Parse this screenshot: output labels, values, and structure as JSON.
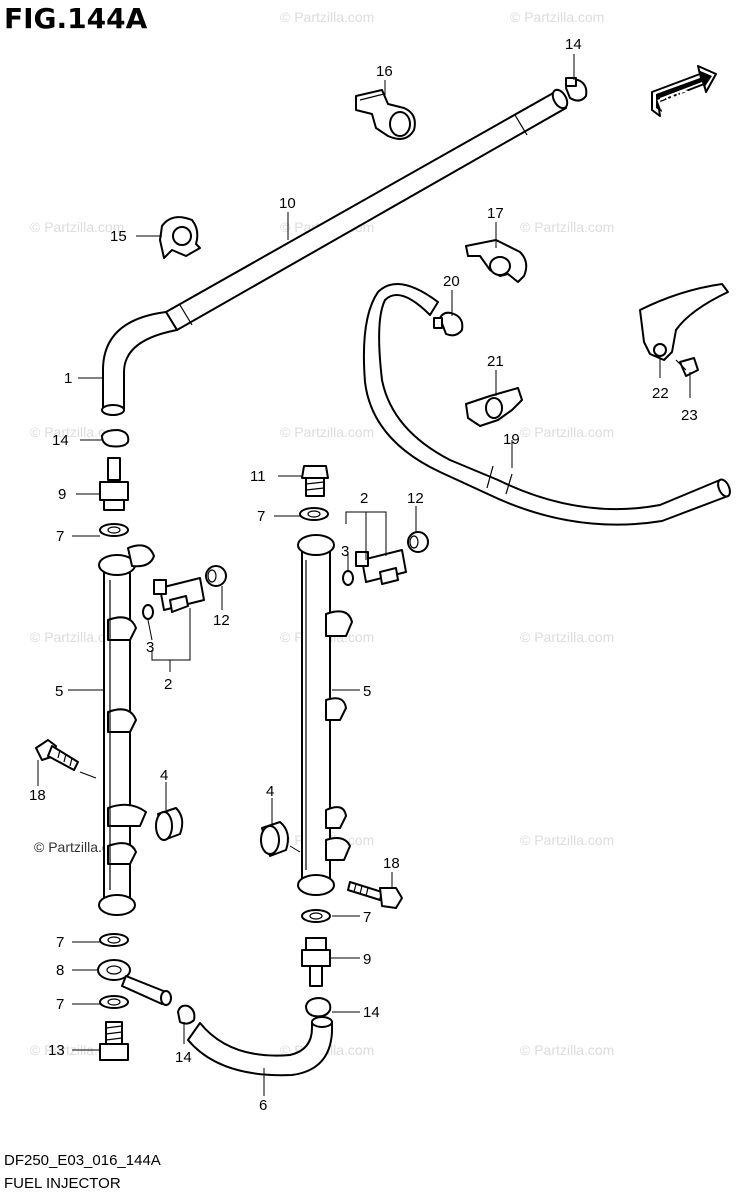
{
  "title": "FIG.144A",
  "doc_code": "DF250_E03_016_144A",
  "doc_name": "FUEL INJECTOR",
  "fwd_label": "FWD",
  "watermark": "© Partzilla.com",
  "watermark_dark": "© Partzilla.com",
  "callouts": {
    "c14a": "14",
    "c16": "16",
    "c10": "10",
    "c15": "15",
    "c17": "17",
    "c20": "20",
    "c1": "1",
    "c21": "21",
    "c22": "22",
    "c23": "23",
    "c19": "19",
    "c14b": "14",
    "c9a": "9",
    "c11": "11",
    "c2a": "2",
    "c12a": "12",
    "c7a": "7",
    "c7b": "7",
    "c3a": "3",
    "c2b": "2",
    "c12b": "12",
    "c3b": "3",
    "c5a": "5",
    "c5b": "5",
    "c18a": "18",
    "c4a": "4",
    "c4b": "4",
    "c18b": "18",
    "c7c": "7",
    "c7d": "7",
    "c9b": "9",
    "c8": "8",
    "c7e": "7",
    "c14c": "14",
    "c13": "13",
    "c14d": "14",
    "c6": "6"
  }
}
